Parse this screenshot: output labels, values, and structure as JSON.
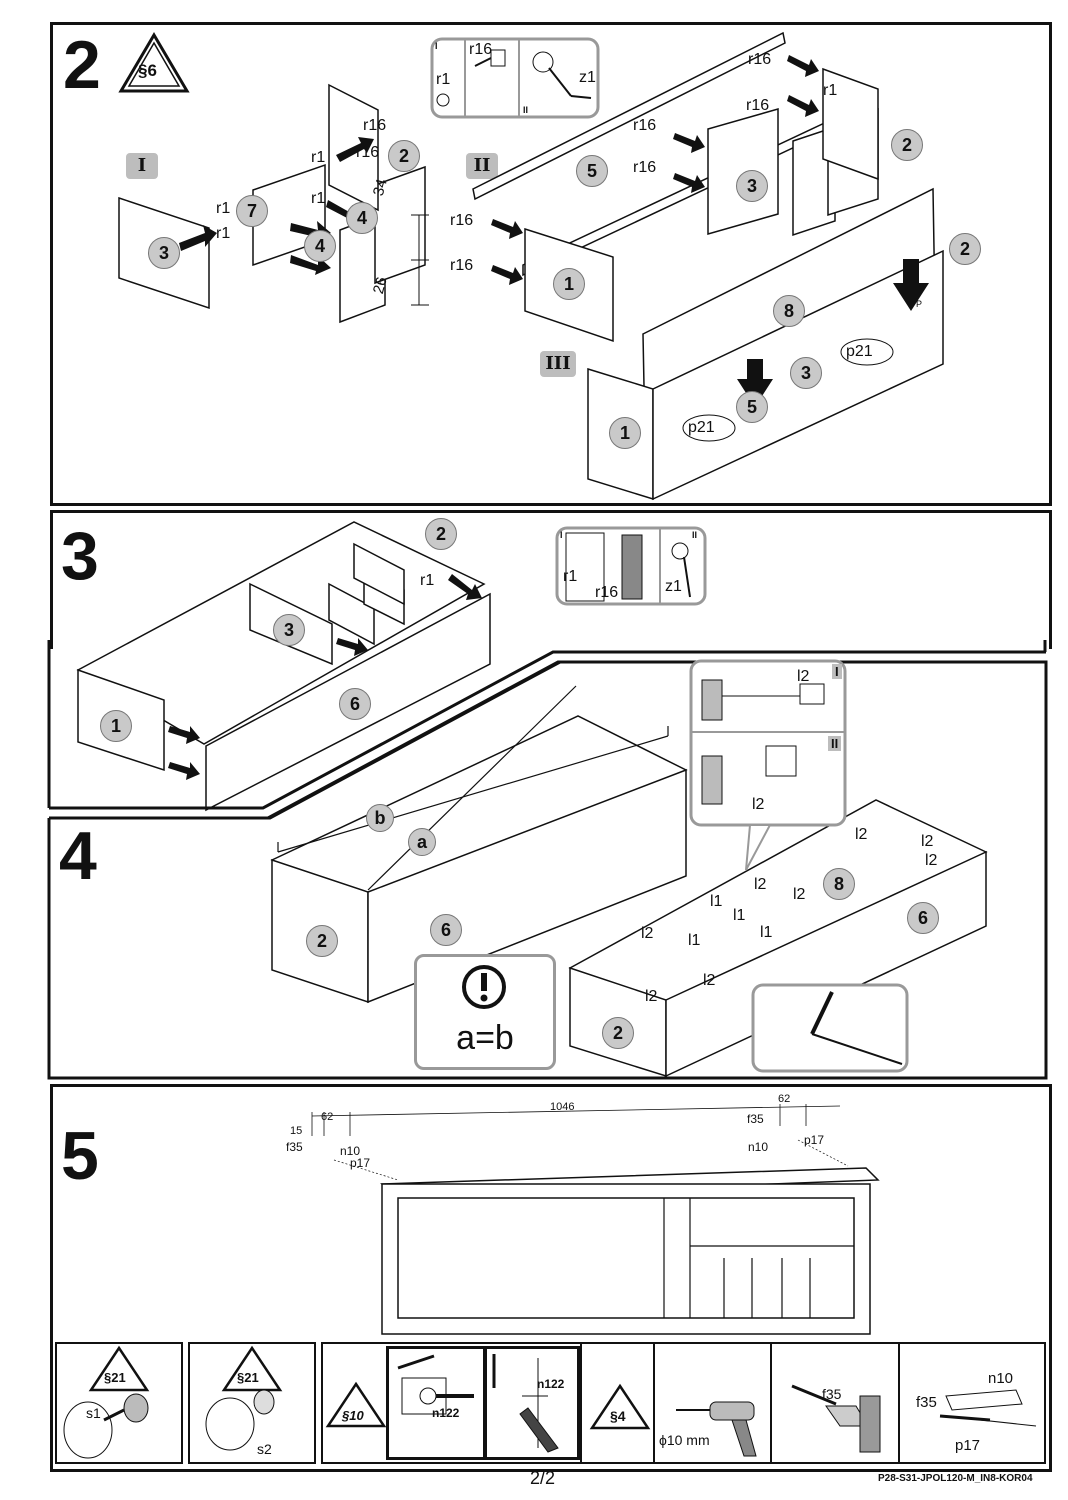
{
  "steps": {
    "s2": {
      "number": "2",
      "warning": "§6",
      "romans": [
        "I",
        "II",
        "III"
      ],
      "inset_romans": [
        "I",
        "II"
      ],
      "parts": [
        "2",
        "3",
        "7",
        "4",
        "4",
        "2",
        "3",
        "5",
        "1",
        "8",
        "2",
        "3",
        "5",
        "1"
      ],
      "fittings": {
        "r16": "r16",
        "r1": "r1",
        "z1": "z1",
        "p21": "p21",
        "p": "P"
      },
      "dims": [
        "34",
        "26"
      ]
    },
    "s3": {
      "number": "3",
      "parts": [
        "2",
        "3",
        "1",
        "6"
      ],
      "fittings": {
        "r1": "r1",
        "r16": "r16",
        "z1": "z1"
      },
      "inset_romans": [
        "I",
        "II"
      ]
    },
    "s4": {
      "number": "4",
      "parts": [
        "2",
        "6",
        "8",
        "6",
        "2"
      ],
      "letters": {
        "a": "a",
        "b": "b"
      },
      "note": "a=b",
      "fittings": {
        "l1": "l1",
        "l2": "l2"
      },
      "inset_romans": [
        "I",
        "II"
      ]
    },
    "s5": {
      "number": "5",
      "dims": {
        "total": "1046",
        "left_offset": "62",
        "left_edge": "15",
        "right_offset": "62"
      },
      "fittings": {
        "f35": "f35",
        "n10": "n10",
        "p17": "p17"
      },
      "cells": {
        "c1": {
          "sign": "§21",
          "part": "s1"
        },
        "c2": {
          "sign": "§21",
          "part": "s2"
        },
        "c3": {
          "sign": "§10",
          "part": "n122"
        },
        "c4": {
          "sign": "§4",
          "drill": "ϕ10 mm",
          "f35": "f35",
          "n10": "n10",
          "p17": "p17"
        }
      }
    }
  },
  "footer": {
    "page": "2/2",
    "code": "P28-S31-JPOL120-M_IN8-KOR04"
  }
}
